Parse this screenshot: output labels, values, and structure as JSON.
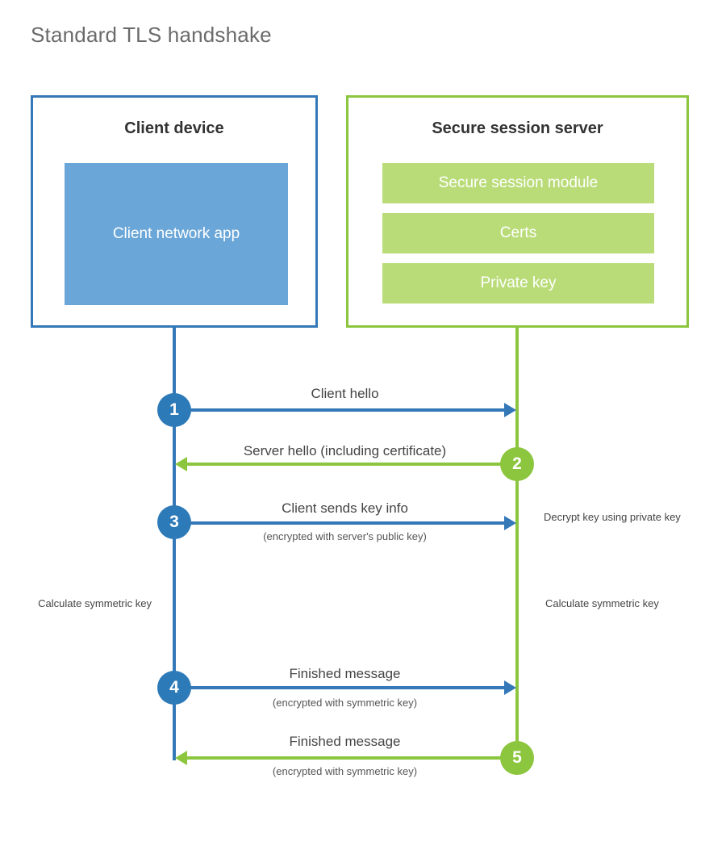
{
  "title": "Standard TLS handshake",
  "actors": {
    "client": {
      "title": "Client device",
      "app_label": "Client network app"
    },
    "server": {
      "title": "Secure session server",
      "blocks": [
        {
          "label": "Secure session module"
        },
        {
          "label": "Certs"
        },
        {
          "label": "Private key"
        }
      ]
    }
  },
  "steps": [
    {
      "number": "1",
      "label": "Client hello",
      "sub": "",
      "direction": "to-server",
      "color": "blue"
    },
    {
      "number": "2",
      "label": "Server hello (including certificate)",
      "sub": "",
      "direction": "to-client",
      "color": "green"
    },
    {
      "number": "3",
      "label": "Client sends key info",
      "sub": "(encrypted with server's public key)",
      "direction": "to-server",
      "color": "blue"
    },
    {
      "number": "4",
      "label": "Finished message",
      "sub": "(encrypted with symmetric key)",
      "direction": "to-server",
      "color": "blue"
    },
    {
      "number": "5",
      "label": "Finished message",
      "sub": "(encrypted with symmetric key)",
      "direction": "to-client",
      "color": "green"
    }
  ],
  "annotations": {
    "decrypt_note": "Decrypt key using private key",
    "client_calculate": "Calculate symmetric key",
    "server_calculate": "Calculate symmetric key"
  },
  "colors": {
    "client_border": "#3478b8",
    "client_app_fill": "#6aa6d8",
    "client_circle": "#2d7ab8",
    "server_border": "#8cc63e",
    "server_block_fill": "#b9dc79",
    "server_circle": "#8cc63e",
    "title_text": "#6b6b6b"
  }
}
